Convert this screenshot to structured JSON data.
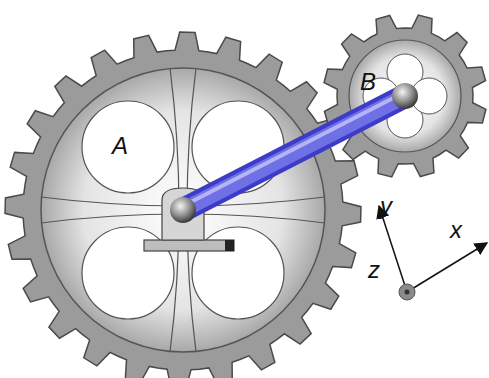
{
  "diagram": {
    "labels": [
      "A",
      "B",
      "y",
      "x",
      "z"
    ]
  }
}
